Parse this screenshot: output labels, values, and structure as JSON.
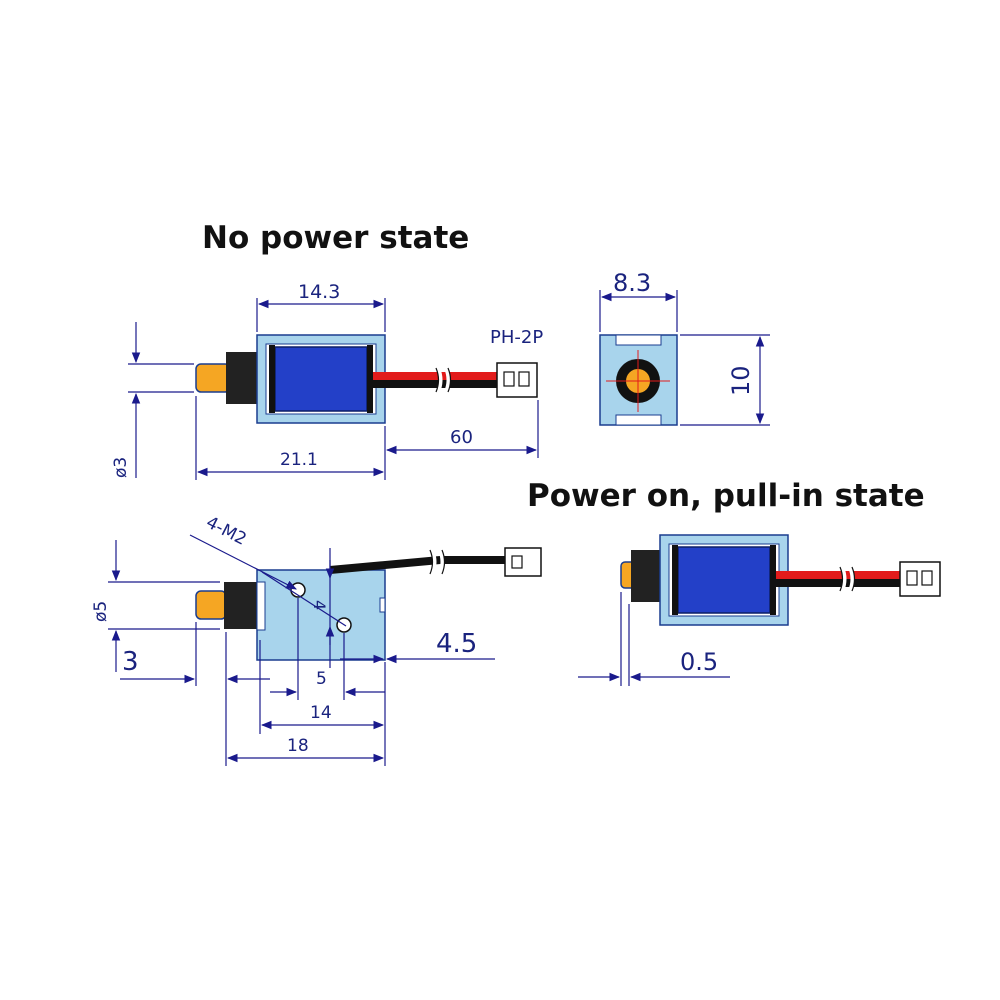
{
  "titles": {
    "no_power": "No power state",
    "power_on": "Power on, pull-in state"
  },
  "dimensions": {
    "body_length": "14.3",
    "total_length": "21.1",
    "wire_length": "60",
    "plunger_dia": "ø3",
    "connector": "PH-2P",
    "width": "8.3",
    "height": "10",
    "mount_holes": "4-M2",
    "hole_spacing_v": "4",
    "hole_offset": "5",
    "plunger_dia_side": "ø5",
    "plunger_ext": "3",
    "length_14": "14",
    "length_18": "18",
    "length_4_5": "4.5",
    "stroke": "0.5"
  },
  "colors": {
    "frame": "#a8d4ec",
    "coil": "#2340c8",
    "plunger": "#f5a623",
    "plunger_cap": "#222222",
    "wire_red": "#e21b1b",
    "wire_black": "#111111",
    "connector": "#ffffff",
    "dimension": "#1a1a8c"
  }
}
